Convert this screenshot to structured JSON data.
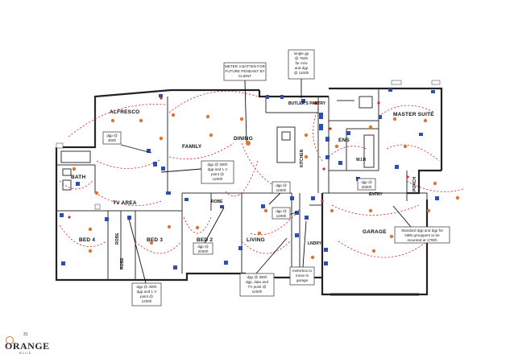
{
  "rooms": {
    "alfresco": "ALFRESCO",
    "family": "FAMILY",
    "dining": "DINING",
    "kitchen": "KITCHEN",
    "butlers_pantry": "BUTLER'S PANTRY",
    "ens": "ENS",
    "master_suite": "MASTER SUITE",
    "wir": "W.I.R",
    "porch": "PORCH",
    "entry": "ENTRY",
    "bath": "BATH",
    "tv_area": "TV AREA",
    "bed4": "BED 4",
    "bed3": "BED 3",
    "bed2": "BED 2",
    "robe1": "ROBE",
    "robe2": "ROBE",
    "robe3": "ROBE",
    "living": "LIVING",
    "lndry": "LNDRY",
    "garage": "GARAGE"
  },
  "callouts": {
    "pendant": [
      "METER 4 BATTEN FOR",
      "FUTURE PENDANT BY",
      "CLIENT"
    ],
    "single_gp": [
      "single gp",
      "@ 750h",
      "for m/w",
      "and dgp",
      "@ 1100h"
    ],
    "alfresco_dgp": [
      "dgp @",
      "300h"
    ],
    "family_dgp": [
      "dgp @ 300h",
      "dgp and 1 V",
      "point @",
      "1200h"
    ],
    "dining_dgp": [
      "dgp @",
      "1000h"
    ],
    "kitchen_dgp": [
      "dgp @",
      "1200h"
    ],
    "wir_dgp": [
      "dgp @",
      "2000h"
    ],
    "bed2_dgp": [
      "dgp @",
      "2000h"
    ],
    "bed_dgp": [
      "dgp @ 300h",
      "dgp and 1 V",
      "point @",
      "1200h"
    ],
    "living_dgp": [
      "dgp @ 300h",
      "dgp, data and",
      "TV point @",
      "1200h"
    ],
    "relocate": [
      "meterbox to",
      "move to",
      "garage"
    ],
    "standard": [
      "Standard dgp and dgp for",
      "NBN grouppers to be",
      "mounted at 1700h"
    ]
  },
  "logo": {
    "number": "31",
    "name": "ORANGE",
    "sub": "BUILD"
  },
  "colors": {
    "circuit": "#d8262b",
    "device_blue": "#2f4fa8",
    "device_orange": "#e2752b"
  }
}
